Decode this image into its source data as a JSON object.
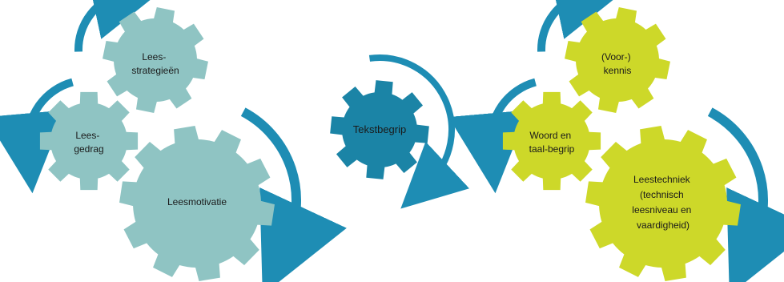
{
  "colors": {
    "teal_gear": "#8fc4c3",
    "blue_gear": "#1b84a6",
    "yellow_gear": "#cdd829",
    "arrow": "#1e8db4",
    "dark_text": "#1a1a1a",
    "light_text": "#ffffff"
  },
  "left_group": {
    "gear_strategieen": [
      "Lees-",
      "strategieën"
    ],
    "gear_gedrag": [
      "Lees-",
      "gedrag"
    ],
    "gear_motivatie": [
      "Leesmotivatie"
    ]
  },
  "center_group": {
    "gear_tekstbegrip": [
      "Tekstbegrip"
    ]
  },
  "right_group": {
    "gear_kennis": [
      "(Voor-)",
      "kennis"
    ],
    "gear_woord": [
      "Woord en",
      "taal-begrip"
    ],
    "gear_techniek": [
      "Leestechniek",
      "(technisch",
      "leesniveau en",
      "vaardigheid)"
    ]
  }
}
